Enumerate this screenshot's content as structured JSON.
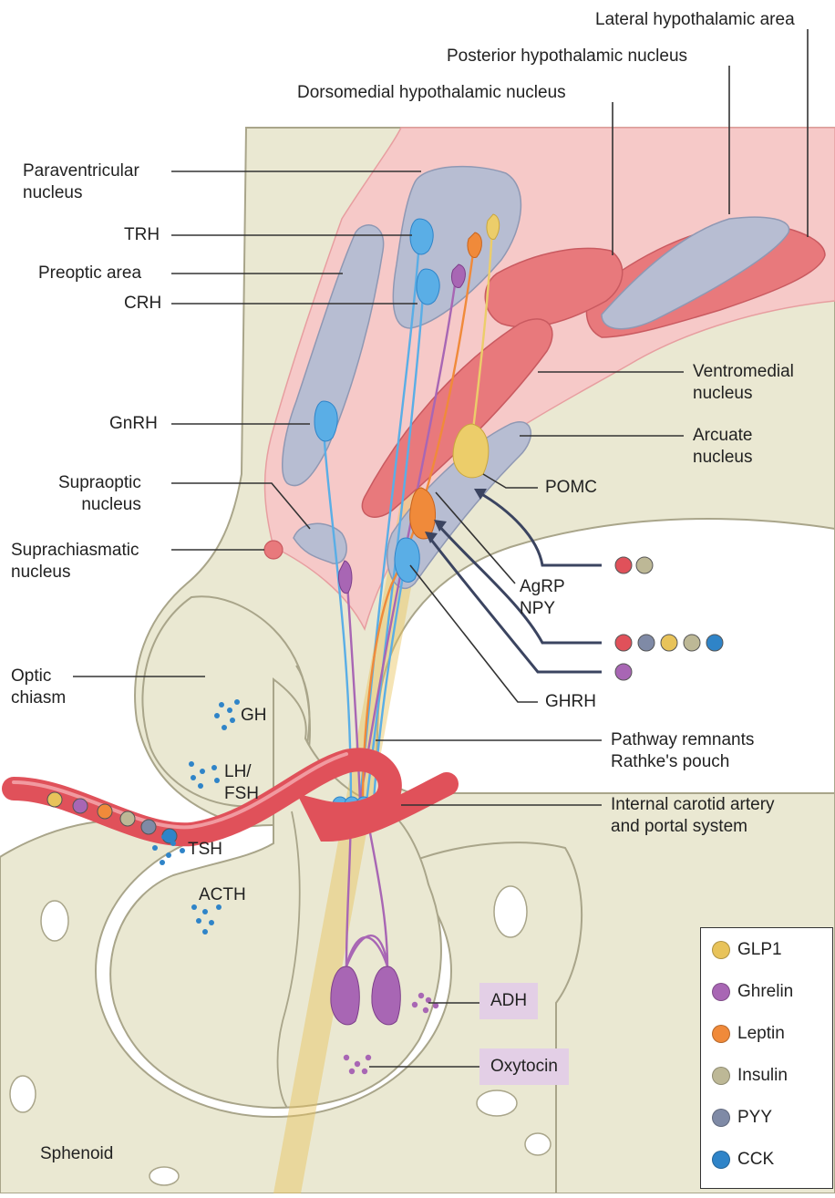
{
  "labels": {
    "lateral_hypothalamic_area": "Lateral hypothalamic area",
    "posterior_hypothalamic_nucleus": "Posterior hypothalamic nucleus",
    "dorsomedial_hypothalamic_nucleus": "Dorsomedial hypothalamic nucleus",
    "paraventricular_nucleus": "Paraventricular\nnucleus",
    "trh": "TRH",
    "preoptic_area": "Preoptic area",
    "crh": "CRH",
    "gnrh": "GnRH",
    "supraoptic_nucleus": "Supraoptic\nnucleus",
    "suprachiasmatic_nucleus": "Suprachiasmatic\nnucleus",
    "optic_chiasm": "Optic\nchiasm",
    "ventromedial_nucleus": "Ventromedial\nnucleus",
    "arcuate_nucleus": "Arcuate\nnucleus",
    "pomc": "POMC",
    "agrp_npy": "AgRP\nNPY",
    "ghrh": "GHRH",
    "pathway_remnants": "Pathway remnants\nRathke's pouch",
    "internal_carotid": "Internal carotid artery\nand portal system",
    "gh": "GH",
    "lh_fsh": "LH/\nFSH",
    "tsh": "TSH",
    "acth": "ACTH",
    "adh": "ADH",
    "oxytocin": "Oxytocin",
    "sphenoid": "Sphenoid"
  },
  "legend": [
    {
      "label": "GLP1",
      "color": "#e8c35a"
    },
    {
      "label": "Ghrelin",
      "color": "#a866b4"
    },
    {
      "label": "Leptin",
      "color": "#f08a3a"
    },
    {
      "label": "Insulin",
      "color": "#bdb896"
    },
    {
      "label": "PYY",
      "color": "#7f8aa6"
    },
    {
      "label": "CCK",
      "color": "#2f84c8"
    }
  ],
  "colors": {
    "tissue": "#eae8d2",
    "tissue_edge": "#a9a58a",
    "hypothalamus_pink": "#f6c9c8",
    "nucleus_red": "#e8797c",
    "nucleus_grey": "#b7bdd2",
    "artery": "#e0515a",
    "neuron_blue": "#5aaee6",
    "neuron_purple": "#a866b4",
    "neuron_orange": "#f08a3a",
    "neuron_yellow": "#eccd6a",
    "highlight_box": "#e3cfe6"
  }
}
